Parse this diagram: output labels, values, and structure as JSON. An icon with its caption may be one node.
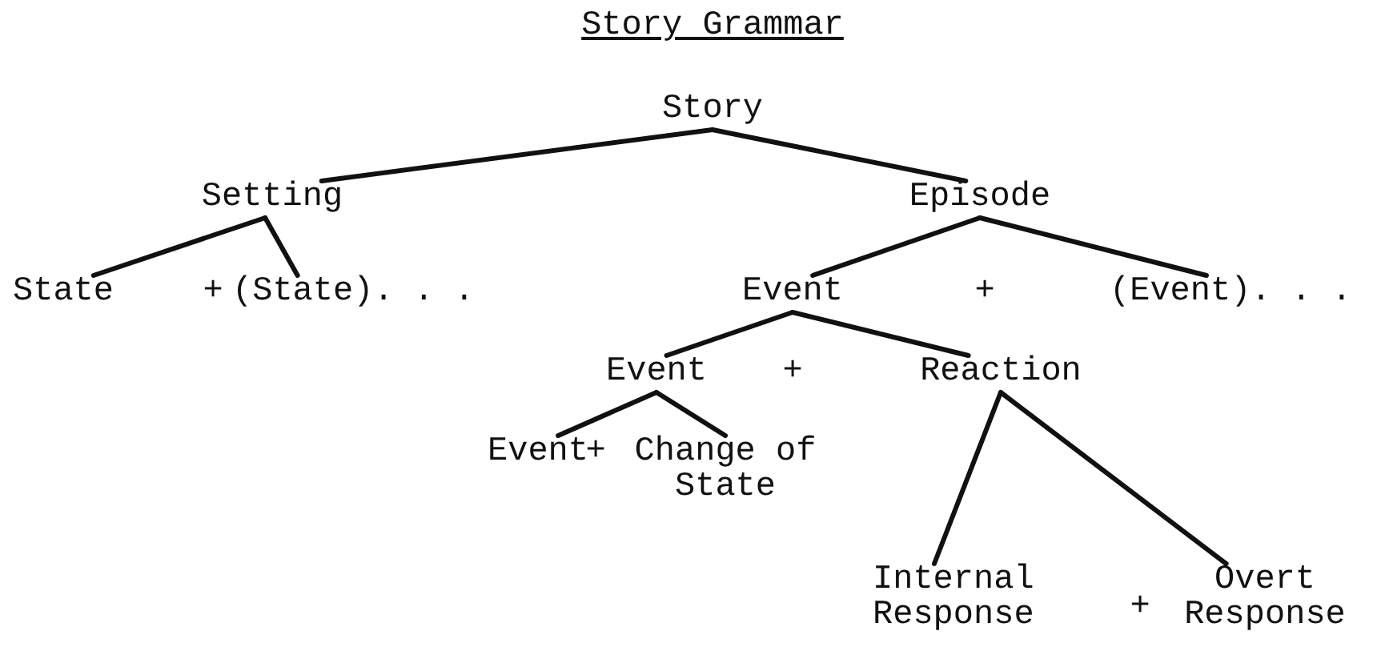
{
  "diagram": {
    "title": "Story Grammar",
    "nodes": [
      {
        "text": [
          "Story"
        ]
      },
      {
        "text": [
          "Setting"
        ]
      },
      {
        "text": [
          "Episode"
        ]
      },
      {
        "text": [
          "State"
        ]
      },
      {
        "text": [
          "(State). . ."
        ]
      },
      {
        "text": [
          "Event"
        ]
      },
      {
        "text": [
          "(Event). . ."
        ]
      },
      {
        "text": [
          "Event"
        ]
      },
      {
        "text": [
          "Reaction"
        ]
      },
      {
        "text": [
          "Event"
        ]
      },
      {
        "text": [
          "Change of State"
        ]
      },
      {
        "text": [
          "Internal Response"
        ]
      },
      {
        "text": [
          "Overt Response"
        ]
      }
    ],
    "edges": [
      {
        "from": 0,
        "to": 1,
        "arrow": "none"
      },
      {
        "from": 0,
        "to": 2,
        "arrow": "none"
      },
      {
        "from": 1,
        "to": 3,
        "arrow": "none"
      },
      {
        "from": 1,
        "to": 4,
        "arrow": "none"
      },
      {
        "from": 2,
        "to": 5,
        "arrow": "none"
      },
      {
        "from": 2,
        "to": 6,
        "arrow": "none"
      },
      {
        "from": 5,
        "to": 7,
        "arrow": "none"
      },
      {
        "from": 5,
        "to": 8,
        "arrow": "none"
      },
      {
        "from": 7,
        "to": 9,
        "arrow": "none"
      },
      {
        "from": 7,
        "to": 10,
        "arrow": "none"
      },
      {
        "from": 8,
        "to": 11,
        "arrow": "none"
      },
      {
        "from": 8,
        "to": 12,
        "arrow": "none"
      }
    ],
    "labels": [
      "+",
      "+",
      "+",
      "+",
      "+"
    ]
  }
}
